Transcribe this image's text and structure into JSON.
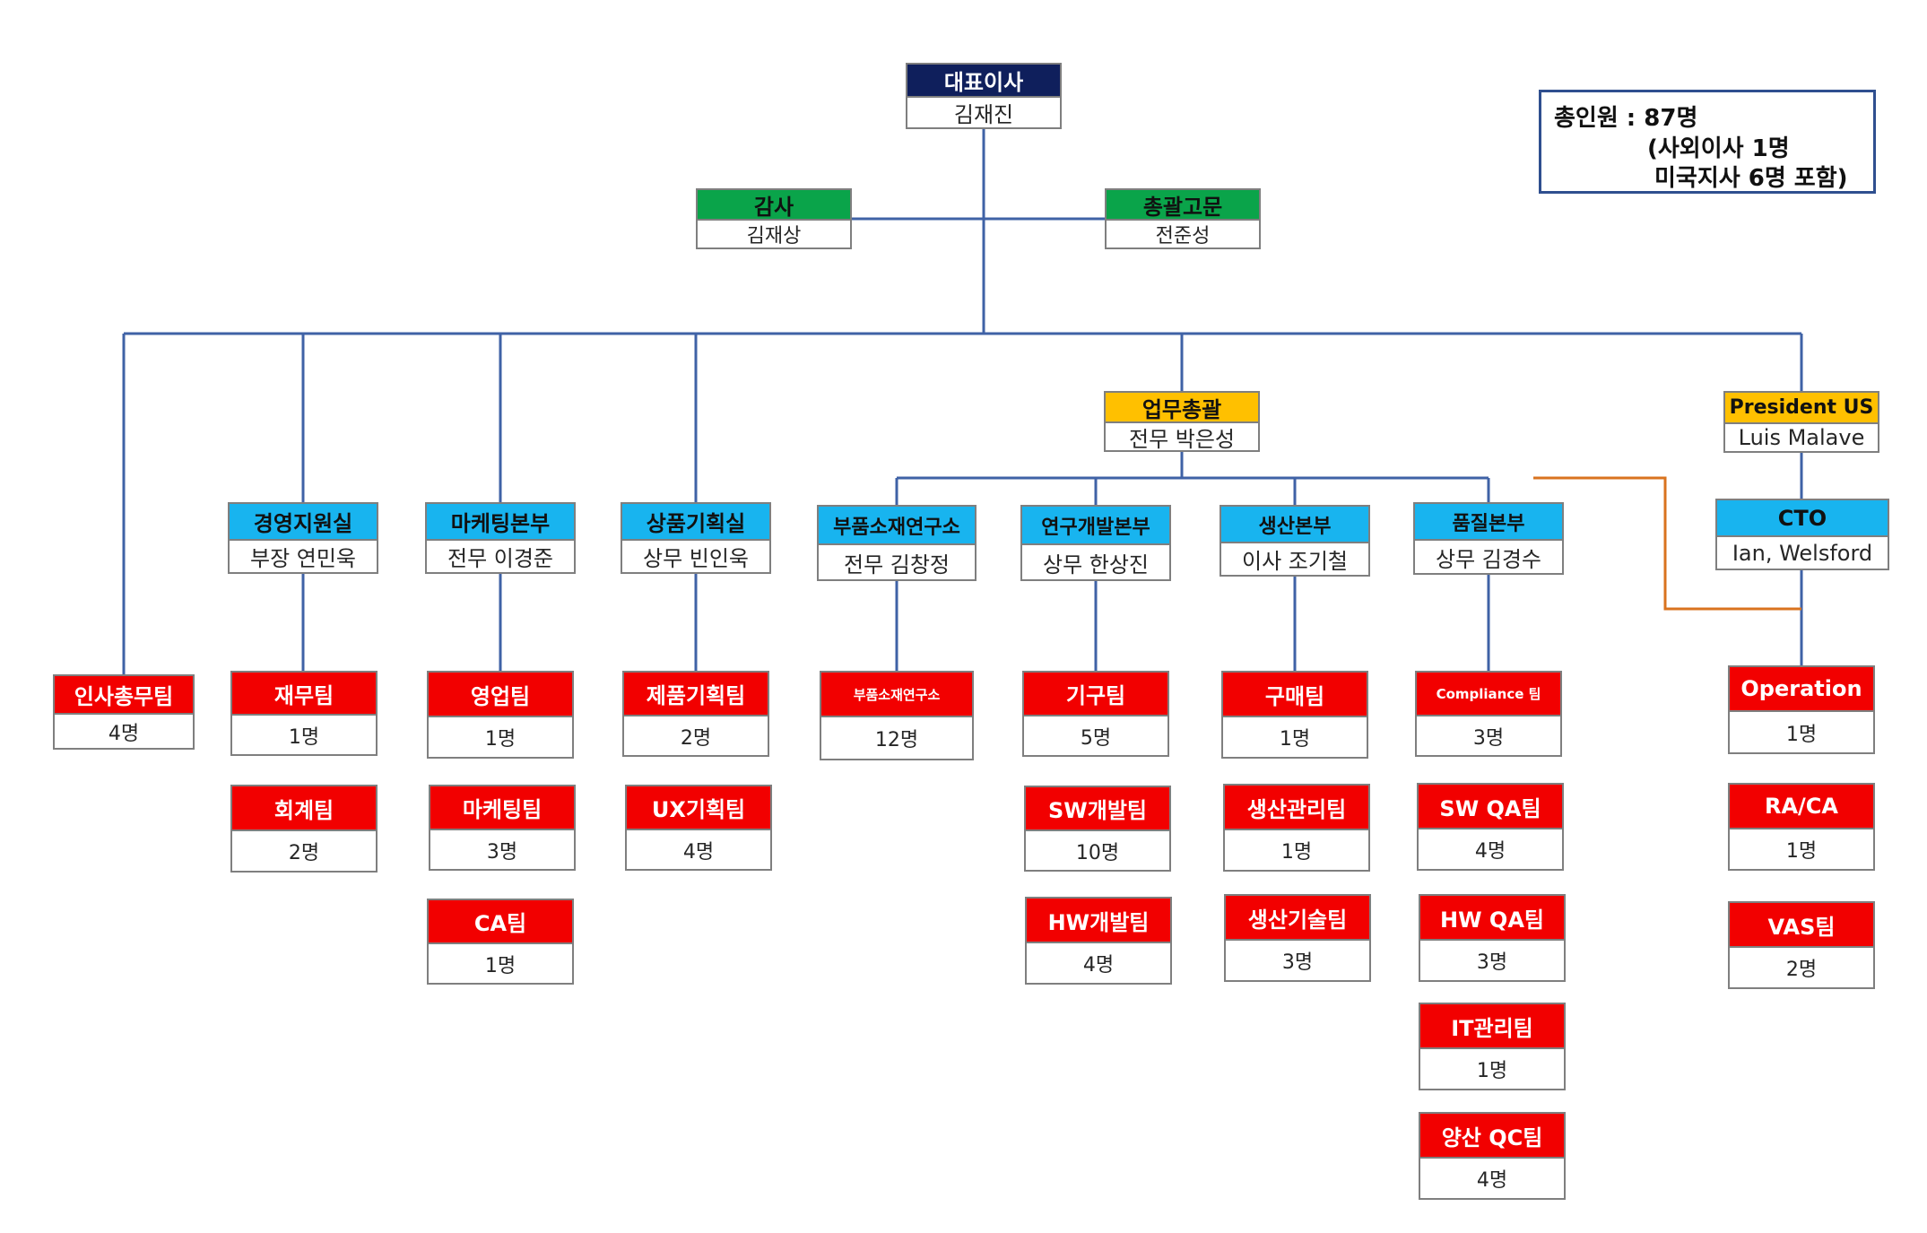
{
  "summary": {
    "line1": "총인원 : 87명",
    "line2": "(사외이사 1명",
    "line3": "미국지사 6명 포함)"
  },
  "colors": {
    "navy": "#0f1f5c",
    "green": "#0aa44a",
    "cyan": "#18b4ef",
    "yellow": "#ffc000",
    "red": "#f20000",
    "line_blue": "#3f62a6",
    "line_orange": "#d9731f"
  },
  "nodes": {
    "ceo": {
      "title": "대표이사",
      "name": "김재진"
    },
    "auditor": {
      "title": "감사",
      "name": "김재상"
    },
    "advisor": {
      "title": "총괄고문",
      "name": "전준성"
    },
    "coo": {
      "title": "업무총괄",
      "name": "전무 박은성"
    },
    "president_us": {
      "title": "President US",
      "name": "Luis Malave"
    },
    "mgmt_support": {
      "title": "경영지원실",
      "name": "부장 연민욱"
    },
    "marketing_div": {
      "title": "마케팅본부",
      "name": "전무 이경준"
    },
    "product_planning": {
      "title": "상품기획실",
      "name": "상무 빈인욱"
    },
    "materials_lab": {
      "title": "부품소재연구소",
      "name": "전무 김창정"
    },
    "rnd_div": {
      "title": "연구개발본부",
      "name": "상무 한상진"
    },
    "production_div": {
      "title": "생산본부",
      "name": "이사 조기철"
    },
    "quality_div": {
      "title": "품질본부",
      "name": "상무 김경수"
    },
    "cto": {
      "title": "CTO",
      "name": "Ian, Welsford"
    },
    "hr_team": {
      "title": "인사총무팀",
      "name": "4명"
    },
    "finance_team": {
      "title": "재무팀",
      "name": "1명"
    },
    "accounting_team": {
      "title": "회계팀",
      "name": "2명"
    },
    "sales_team": {
      "title": "영업팀",
      "name": "1명"
    },
    "marketing_team": {
      "title": "마케팅팀",
      "name": "3명"
    },
    "ca_team": {
      "title": "CA팀",
      "name": "1명"
    },
    "product_plan_team": {
      "title": "제품기획팀",
      "name": "2명"
    },
    "ux_team": {
      "title": "UX기획팀",
      "name": "4명"
    },
    "materials_team": {
      "title": "부품소재연구소",
      "name": "12명"
    },
    "mech_team": {
      "title": "기구팀",
      "name": "5명"
    },
    "sw_dev_team": {
      "title": "SW개발팀",
      "name": "10명"
    },
    "hw_dev_team": {
      "title": "HW개발팀",
      "name": "4명"
    },
    "purchase_team": {
      "title": "구매팀",
      "name": "1명"
    },
    "prod_mgmt_team": {
      "title": "생산관리팀",
      "name": "1명"
    },
    "prod_tech_team": {
      "title": "생산기술팀",
      "name": "3명"
    },
    "compliance_team": {
      "title": "Compliance 팀",
      "name": "3명"
    },
    "sw_qa_team": {
      "title": "SW QA팀",
      "name": "4명"
    },
    "hw_qa_team": {
      "title": "HW QA팀",
      "name": "3명"
    },
    "it_team": {
      "title": "IT관리팀",
      "name": "1명"
    },
    "mass_qc_team": {
      "title": "양산 QC팀",
      "name": "4명"
    },
    "operation_team": {
      "title": "Operation",
      "name": "1명"
    },
    "raca_team": {
      "title": "RA/CA",
      "name": "1명"
    },
    "vas_team": {
      "title": "VAS팀",
      "name": "2명"
    }
  }
}
